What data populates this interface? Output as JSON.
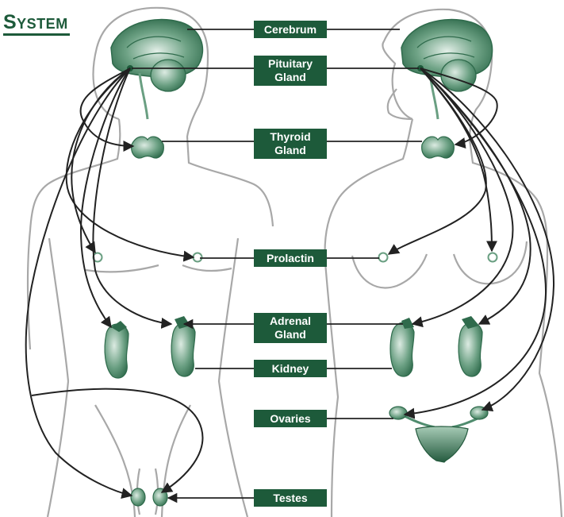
{
  "title": "System",
  "labels": {
    "cerebrum": "Cerebrum",
    "pituitary_1": "Pituitary",
    "pituitary_2": "Gland",
    "thyroid_1": "Thyroid",
    "thyroid_2": "Gland",
    "prolactin": "Prolactin",
    "adrenal_1": "Adrenal",
    "adrenal_2": "Gland",
    "kidney": "Kidney",
    "ovaries": "Ovaries",
    "testes": "Testes"
  },
  "colors": {
    "label_bg": "#1d5a3a",
    "organ": "#4f8c6e",
    "organ_dark": "#2f6b4c",
    "organ_light": "#b9d6c5",
    "body_outline": "#a8a8a8",
    "arrow": "#222222"
  }
}
